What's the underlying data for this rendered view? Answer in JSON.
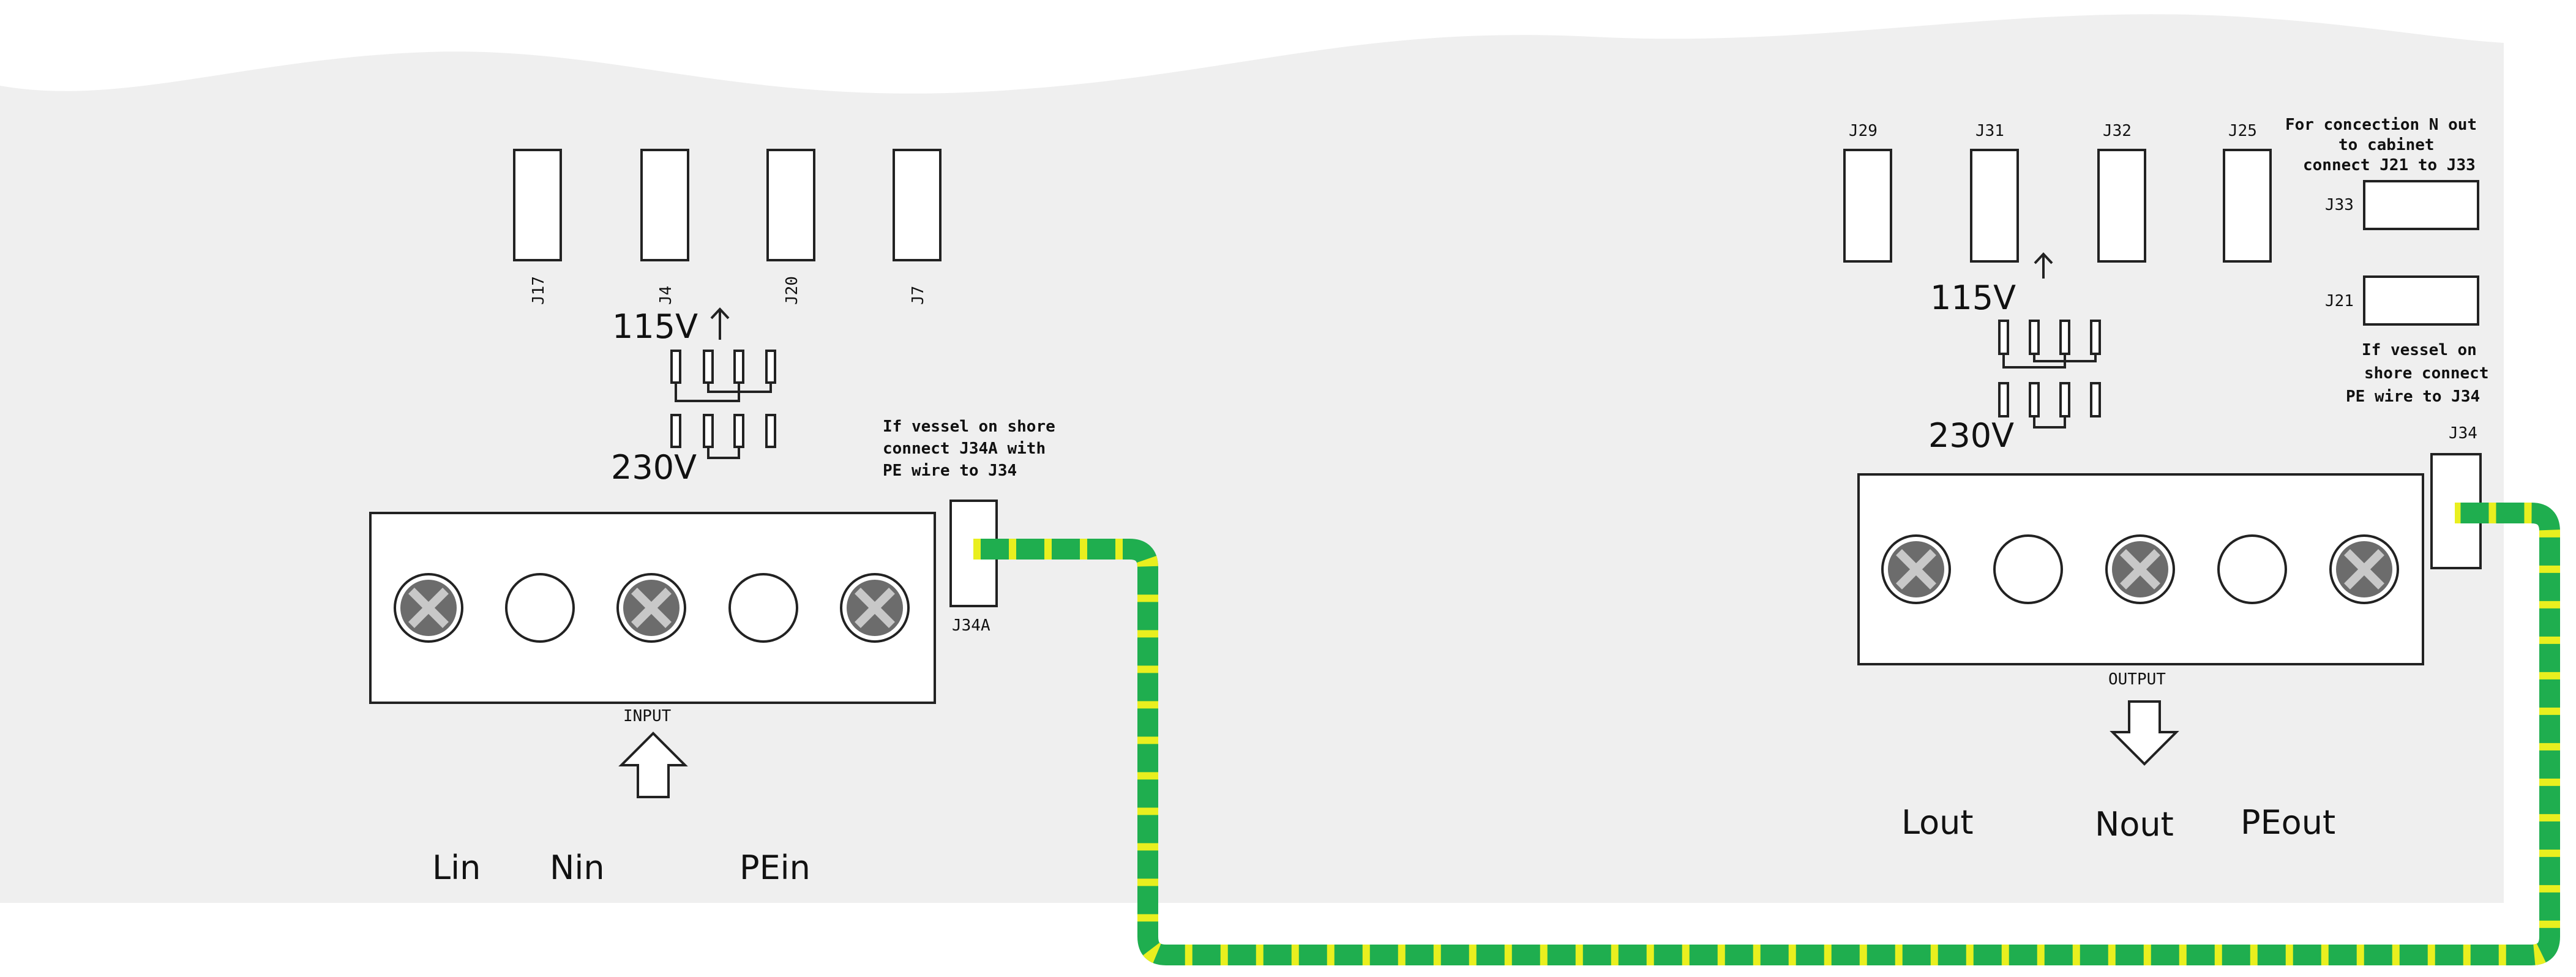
{
  "input": {
    "connectors": [
      "J17",
      "J4",
      "J20",
      "J7"
    ],
    "voltage_high": "115V",
    "voltage_low": "230V",
    "terminal_block_label": "INPUT",
    "terminals": [
      "Lin",
      "Nin",
      "PEin"
    ],
    "pe_jumper": "J34A",
    "pe_note": [
      "If vessel on shore",
      "connect J34A with",
      "PE wire to J34"
    ]
  },
  "output": {
    "connectors": [
      "J29",
      "J31",
      "J32",
      "J25"
    ],
    "voltage_high": "115V",
    "voltage_low": "230V",
    "terminal_block_label": "OUTPUT",
    "terminals": [
      "Lout",
      "Nout",
      "PEout"
    ],
    "n_note": [
      "For concection N out",
      "to cabinet",
      "connect J21 to J33"
    ],
    "j33": "J33",
    "j21": "J21",
    "pe_note": [
      "If vessel on",
      "shore connect",
      "PE wire to J34"
    ],
    "pe_jumper": "J34"
  },
  "colors": {
    "panel": "#efefef",
    "wire_green": "#1fae4f",
    "wire_yellow": "#e9ef1f",
    "screw": "#6c6c6c"
  }
}
